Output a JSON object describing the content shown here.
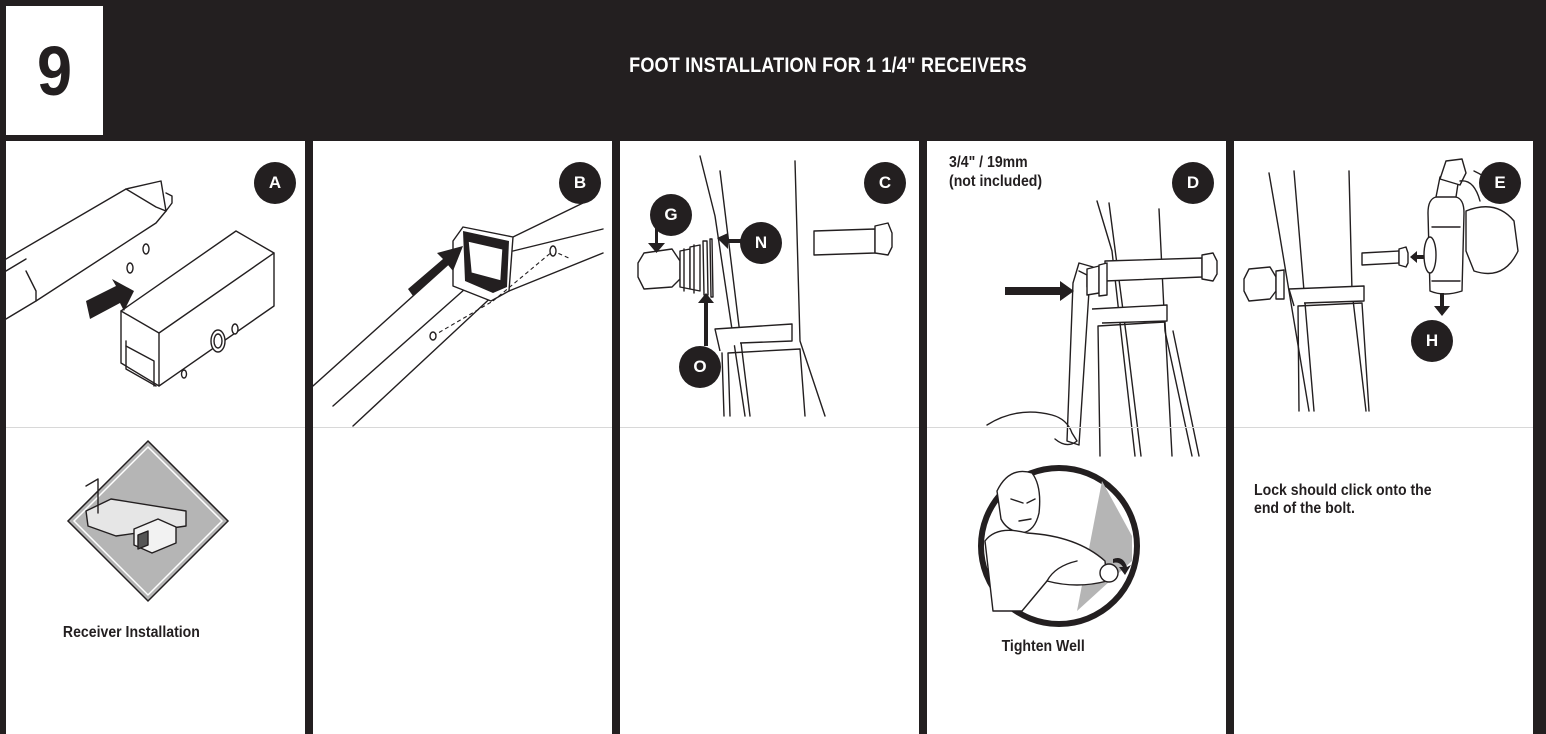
{
  "step": {
    "number": "9",
    "title": "FOOT INSTALLATION FOR 1 1/4\" RECEIVERS"
  },
  "panels": [
    {
      "id": "A",
      "badge": "A",
      "caption": "Receiver Installation"
    },
    {
      "id": "B",
      "badge": "B"
    },
    {
      "id": "C",
      "badge": "C",
      "callouts": [
        "G",
        "N",
        "O"
      ]
    },
    {
      "id": "D",
      "badge": "D",
      "tool_note": "3/4\" / 19mm\n(not included)",
      "caption": "Tighten Well"
    },
    {
      "id": "E",
      "badge": "E",
      "callouts": [
        "H"
      ],
      "note": "Lock should click onto the\nend of the bolt."
    }
  ],
  "colors": {
    "ink": "#231f20",
    "panel_bg": "#ffffff",
    "badge_text": "#ffffff",
    "icon_fill": "#b5b5b5"
  }
}
